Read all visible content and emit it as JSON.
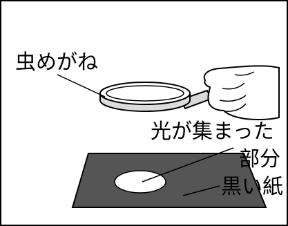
{
  "labels": {
    "magnifier": "虫めがね",
    "focused_part_line1": "光が集まった",
    "focused_part_line2": "部分",
    "paper": "黒い紙"
  },
  "colors": {
    "frame": "#000000",
    "paper": "#555555",
    "light_spot": "#ffffff",
    "lens_glass": "#ffffff",
    "lens_rim": "#dcdcdc",
    "glove": "#ffffff"
  },
  "icons": {
    "magnifier": "magnifying-glass-icon",
    "hand": "gloved-hand-icon"
  }
}
